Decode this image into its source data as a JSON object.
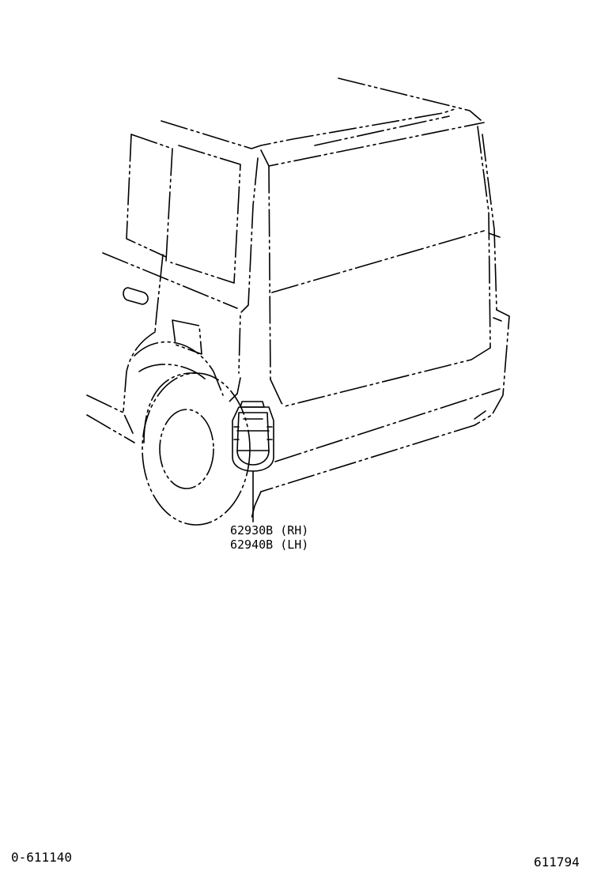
{
  "callout": {
    "part_rh": "62930B (RH)",
    "part_lh": "62940B (LH)"
  },
  "footer": {
    "left_code": "0-611140",
    "right_code": "611794"
  }
}
